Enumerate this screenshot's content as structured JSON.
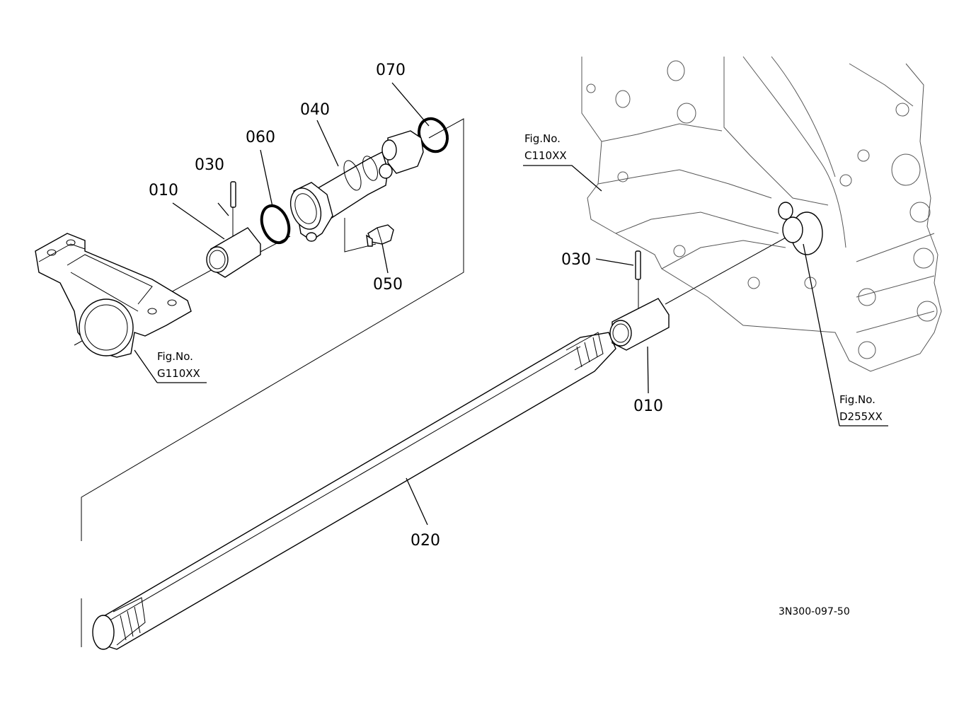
{
  "labels": {
    "part_070": "070",
    "part_040": "040",
    "part_060": "060",
    "part_030_top": "030",
    "part_010_top": "010",
    "part_050": "050",
    "part_030_right": "030",
    "part_010_right": "010",
    "part_020": "020"
  },
  "figure_refs": {
    "c110": {
      "prefix": "Fig.No.",
      "code": "C110XX"
    },
    "g110": {
      "prefix": "Fig.No.",
      "code": "G110XX"
    },
    "d255": {
      "prefix": "Fig.No.",
      "code": "D255XX"
    }
  },
  "drawing_code": "3N300-097-50"
}
